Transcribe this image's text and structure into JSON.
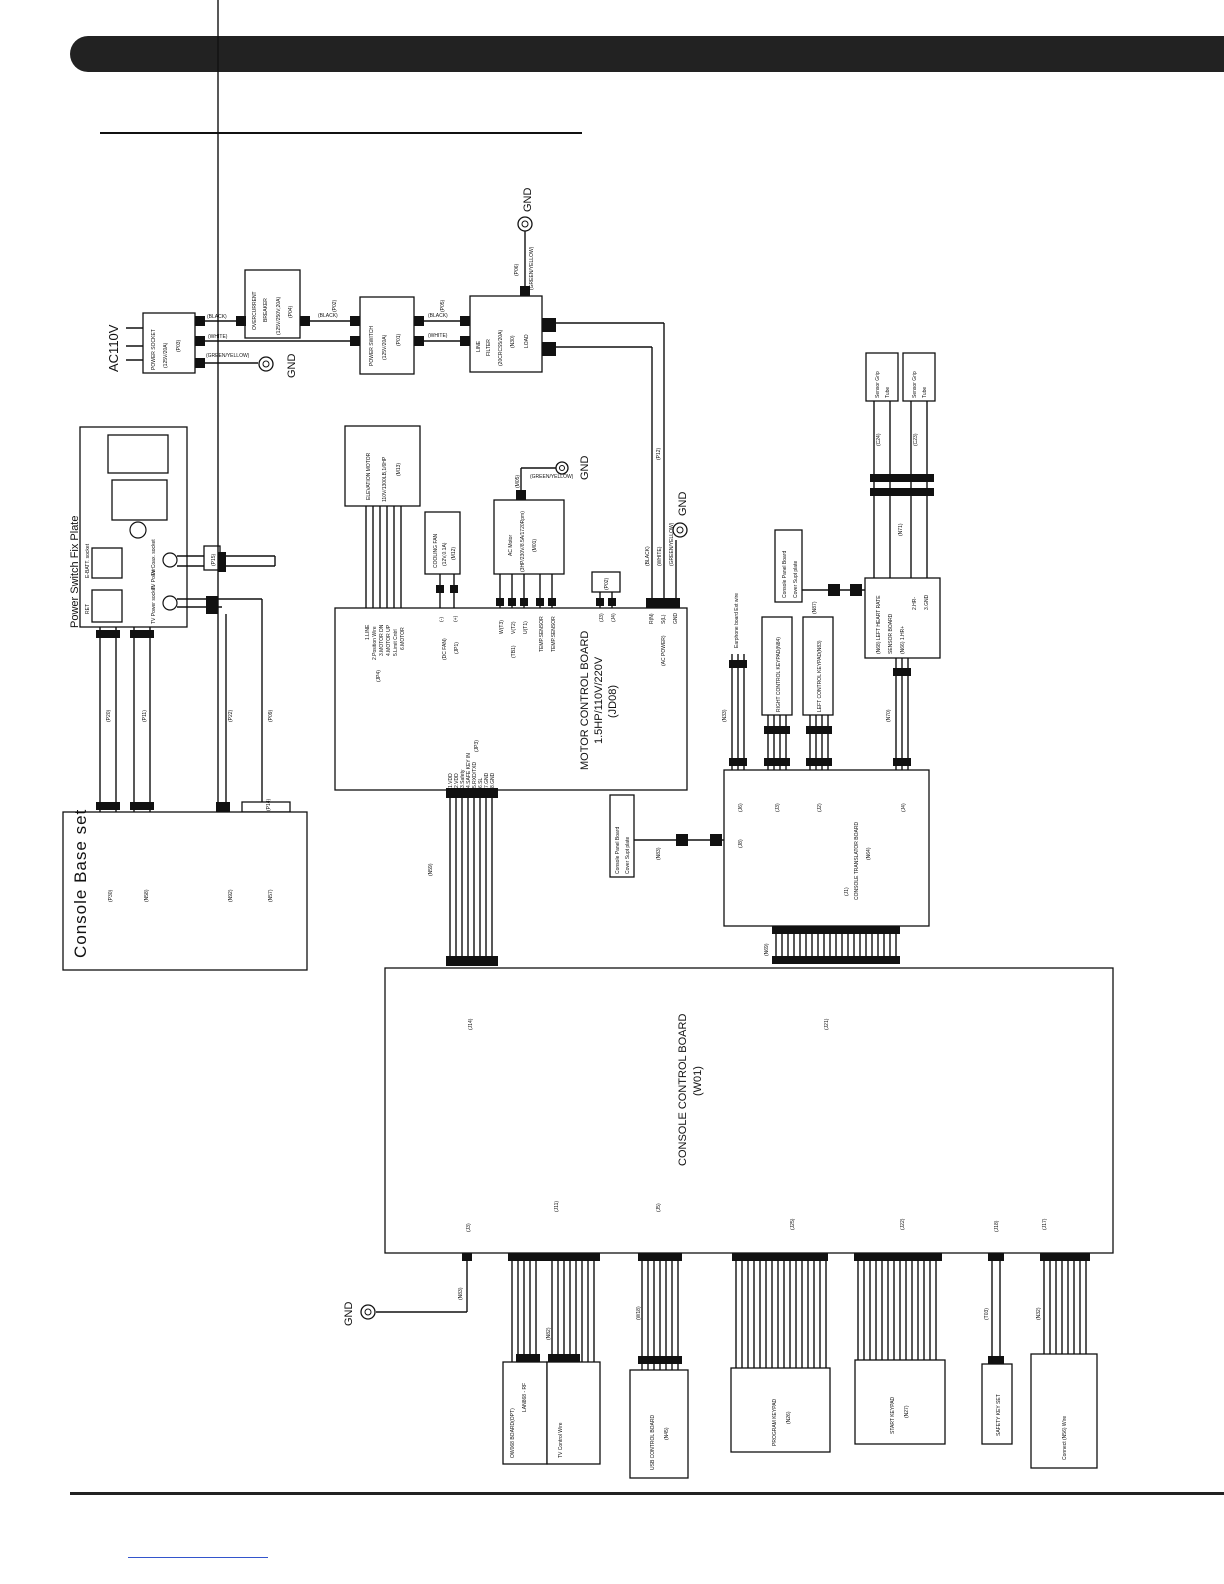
{
  "ac_label": "AC110V",
  "gnd": "GND",
  "power_socket": [
    "POWER SOCKET",
    "(125V/20A)",
    "(P03)"
  ],
  "breaker": [
    "OVERCURRENT",
    "BREAKER",
    "(125V/250V;20A)",
    "(P04)"
  ],
  "power_switch": [
    "POWER SWITCH",
    "(125V/20A)",
    "(P01)"
  ],
  "line_filter": [
    "LINE",
    "FILTER",
    "(20CRCS5/20A)",
    "(N30)",
    "LOAD"
  ],
  "wire_black": "(BLACK)",
  "wire_white": "(WHITE)",
  "wire_gy": "(GREEN/YELLOW)",
  "p02": "(P02)",
  "p05": "(P05)",
  "p06": "(P06)",
  "p12": "(P12)",
  "elevation_motor": [
    "ELEVATION MOTOR",
    "110V/1300LB,1/6HP",
    "(M13)"
  ],
  "cooling_fan": [
    "COOLING FAN",
    "(12V,0.1A)",
    "(M12)"
  ],
  "ac_motor": [
    "AC Motor",
    "(3HP/230V/8.5A/1720Rpm)",
    "(M01)"
  ],
  "m05": "(M05)",
  "motor_board": [
    "MOTOR CONTROL BOARD",
    "1.5HP/110V/220V",
    "(JD08)"
  ],
  "jp4_pins": [
    "1.LINE",
    "2.Position Wire",
    "3.MOTOR DN",
    "4.MOTOR UP",
    "5.Limit Cntrl",
    "6.MOTOR"
  ],
  "jp4": "(JP4)",
  "dc_fan": [
    "(DC FAN)",
    "(JP1)"
  ],
  "fan_pins": [
    "(-)",
    "(+)"
  ],
  "tb1_pins": [
    "W(T3)",
    "V(T2)",
    "U(T1)",
    "TEMP.SENSOR",
    "TEMP.SENSOR"
  ],
  "tb1": "(TB1)",
  "j3j4": [
    "(J3)",
    "(J4)"
  ],
  "ac_power_pins": [
    "R(N)",
    "S(L)",
    "GND"
  ],
  "ac_power": "(AC POWER)",
  "jp3_pins": [
    "1.VDD",
    "2.VDD",
    "3.Safety",
    "4.SAFE KEY IN",
    "5.RXD/TXD",
    "6.SL",
    "7.GND",
    "8.GND"
  ],
  "jp3": "(JP3)",
  "plate_title": "Power Switch Fix Plate",
  "plate_labels": [
    "E-BATT. socket",
    "TV Power",
    "RET",
    "TV Coax. socket",
    "TV Power socket"
  ],
  "p15": "(P15)",
  "p14": "(P14)",
  "left_cables": [
    "(P20)",
    "(P11)",
    "(P22)",
    "(P09)"
  ],
  "console_base": "Console Base set",
  "base_cables": [
    "(P30)",
    "(N58)",
    "(N92)",
    "(N57)"
  ],
  "n59": "(N59)",
  "cp_plate": [
    "Console Panel Board",
    "Cover Supt plate"
  ],
  "n83": "(N83)",
  "n87": "(N87)",
  "earphone": "Earphone board Ext wire",
  "n33": "(N33)",
  "right_keypad": "RIGHT CONTROL KEYPAD(N84)",
  "left_keypad": "LEFT CONTROL KEYPAD(N83)",
  "sensor_grip": [
    "Sensor Grip",
    "Tube"
  ],
  "c24": "(C24)",
  "c23": "(C23)",
  "n71": "(N71)",
  "hr_board": [
    "(N68) LEFT HEART RATE",
    "SENSOR BOARD",
    "(N66) 1.HR+",
    "2.HR-",
    "3.GND"
  ],
  "n70": "(N70)",
  "translator": [
    "CONSOLE TRANSLATOR BOARD",
    "(N64)"
  ],
  "j_labels": [
    "(J6)",
    "(J3)",
    "(J2)",
    "(J4)",
    "(J1)",
    "(J8)"
  ],
  "n69": "(N69)",
  "console_board": [
    "CONSOLE CONTROL BOARD",
    "(W01)"
  ],
  "j14": "(J14)",
  "j21": "(J21)",
  "j3": "(J3)",
  "j11": "(J11)",
  "j5": "(J5)",
  "j25": "(J25)",
  "j22": "(J22)",
  "j18": "(J18)",
  "j17": "(J17)",
  "bottom_cables": [
    "(N83)",
    "(N82)",
    "(W18)",
    "(T03)",
    "(N32)"
  ],
  "lan_board": [
    "OW068 BOARD(OPT)",
    "LAN868 - RF"
  ],
  "tv_wire": "TV Control Wire",
  "usb_board": [
    "USB CONTROL BOARD",
    "(N45)"
  ],
  "program_keypad": [
    "PROGRAM KEYPAD",
    "(N26)"
  ],
  "start_keypad": [
    "START KEYPAD",
    "(N27)"
  ],
  "safety_key": "SAFETY KEY SET",
  "connect_wire": "Connect (N56) Wire"
}
